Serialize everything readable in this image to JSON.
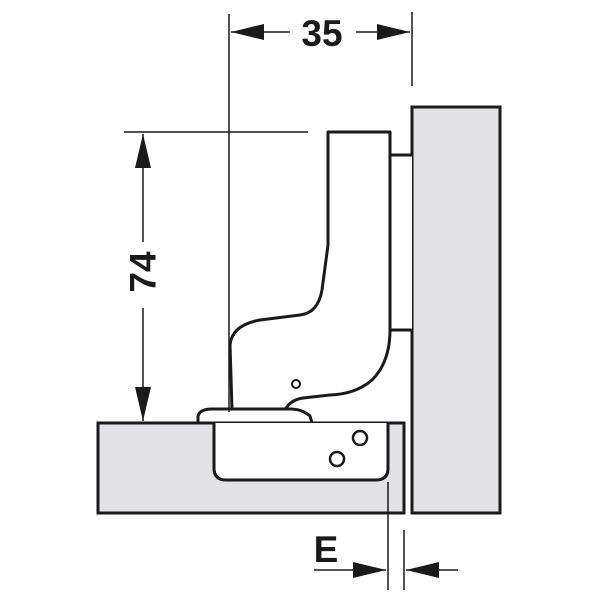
{
  "dimensions": {
    "width_label": "35",
    "height_label": "74",
    "overlay_label": "E"
  },
  "colors": {
    "panel_fill": "#e2e2e4",
    "line": "#1a1a1a",
    "background": "#ffffff"
  }
}
